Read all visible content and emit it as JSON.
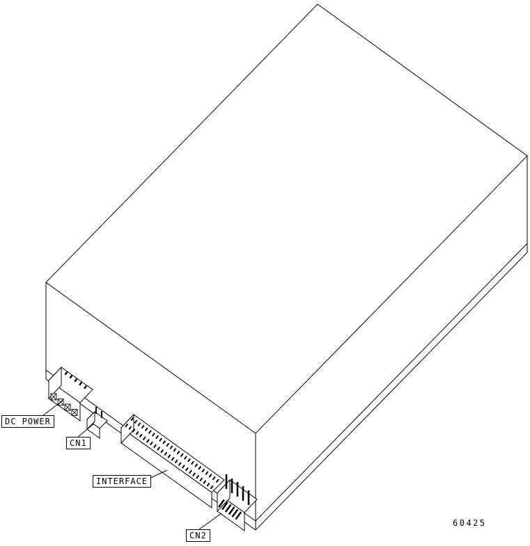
{
  "figure": {
    "background_color": "#ffffff",
    "line_color": "#000000",
    "callouts": [
      {
        "id": "dc_power",
        "label": "DC POWER"
      },
      {
        "id": "cn1",
        "label": "CN1"
      },
      {
        "id": "interface",
        "label": "INTERFACE"
      },
      {
        "id": "cn2",
        "label": "CN2"
      }
    ],
    "figure_number": "60425"
  }
}
